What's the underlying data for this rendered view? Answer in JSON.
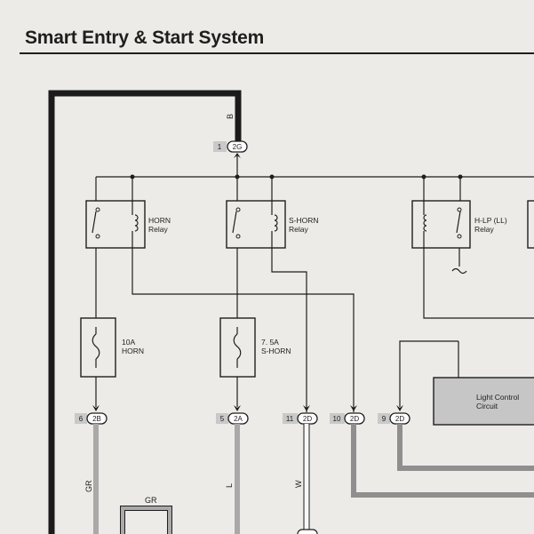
{
  "title": "Smart Entry & Start System",
  "wire_colors": {
    "black": "#1b1b1b",
    "gray": "#a9a9a9",
    "white": "#f7f7f7",
    "dark_gray": "#8f8f8f"
  },
  "relays": [
    {
      "name": "HORN",
      "sub": "Relay"
    },
    {
      "name": "S-HORN",
      "sub": "Relay"
    },
    {
      "name": "H-LP (LL)",
      "sub": "Relay"
    }
  ],
  "fuses": [
    {
      "rating": "10A",
      "name": "HORN"
    },
    {
      "rating": "7. 5A",
      "name": "S-HORN"
    }
  ],
  "connectors": [
    {
      "pin": "1",
      "code": "2G"
    },
    {
      "pin": "6",
      "code": "2B"
    },
    {
      "pin": "5",
      "code": "2A"
    },
    {
      "pin": "11",
      "code": "2D"
    },
    {
      "pin": "10",
      "code": "2D"
    },
    {
      "pin": "9",
      "code": "2D"
    }
  ],
  "module": {
    "line1": "Light Control",
    "line2": "Circuit"
  },
  "wire_labels": {
    "top": "B",
    "horn": "GR",
    "shorn": "L",
    "w11": "W",
    "lower": "GR"
  }
}
